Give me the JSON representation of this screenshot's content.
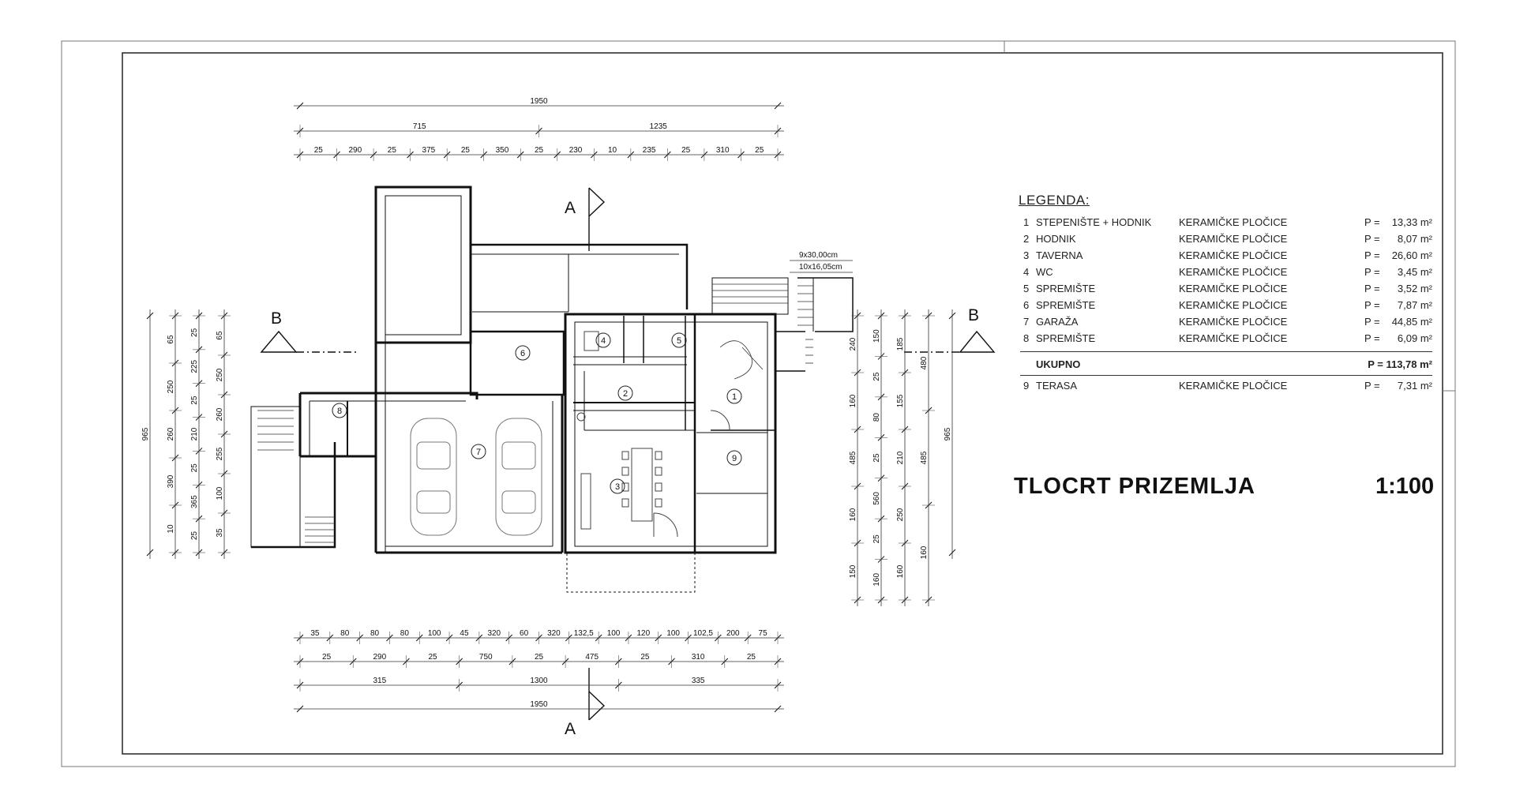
{
  "legend": {
    "title": "LEGENDA:",
    "rows": [
      {
        "num": "1",
        "name": "STEPENIŠTE + HODNIK",
        "material": "KERAMIČKE PLOČICE",
        "p": "P =",
        "area": "13,33 m²"
      },
      {
        "num": "2",
        "name": "HODNIK",
        "material": "KERAMIČKE PLOČICE",
        "p": "P =",
        "area": "8,07 m²"
      },
      {
        "num": "3",
        "name": "TAVERNA",
        "material": "KERAMIČKE PLOČICE",
        "p": "P =",
        "area": "26,60 m²"
      },
      {
        "num": "4",
        "name": "WC",
        "material": "KERAMIČKE PLOČICE",
        "p": "P =",
        "area": "3,45 m²"
      },
      {
        "num": "5",
        "name": "SPREMIŠTE",
        "material": "KERAMIČKE PLOČICE",
        "p": "P =",
        "area": "3,52 m²"
      },
      {
        "num": "6",
        "name": "SPREMIŠTE",
        "material": "KERAMIČKE PLOČICE",
        "p": "P =",
        "area": "7,87 m²"
      },
      {
        "num": "7",
        "name": "GARAŽA",
        "material": "KERAMIČKE PLOČICE",
        "p": "P =",
        "area": "44,85 m²"
      },
      {
        "num": "8",
        "name": "SPREMIŠTE",
        "material": "KERAMIČKE PLOČICE",
        "p": "P =",
        "area": "6,09 m²"
      }
    ],
    "total": {
      "label": "UKUPNO",
      "value": "P = 113,78 m²"
    },
    "extra": {
      "num": "9",
      "name": "TERASA",
      "material": "KERAMIČKE PLOČICE",
      "p": "P =",
      "area": "7,31 m²"
    }
  },
  "drawing": {
    "title": "TLOCRT  PRIZEMLJA",
    "scale": "1:100",
    "section_a": "A",
    "section_b": "B",
    "stair_note_1": "9x30,00cm",
    "stair_note_2": "10x16,05cm"
  },
  "dims": {
    "top_total": "1950",
    "top_mid": [
      "715",
      "1235"
    ],
    "top_chain": [
      "25",
      "290",
      "25",
      "375",
      "25",
      "350",
      "25",
      "230",
      "10",
      "235",
      "25",
      "310",
      "25"
    ],
    "bottom_chain_a": [
      "35",
      "80",
      "80",
      "80",
      "100",
      "45",
      "320",
      "60",
      "320",
      "132,5",
      "100",
      "120",
      "100",
      "102,5",
      "200",
      "75"
    ],
    "bottom_chain_b": [
      "25",
      "290",
      "25",
      "750",
      "25",
      "475",
      "25",
      "310",
      "25"
    ],
    "bottom_mid": [
      "315",
      "1300",
      "335"
    ],
    "bottom_total": "1950",
    "left_total": "965",
    "left_chain_a": [
      "65",
      "250",
      "260",
      "390",
      "10"
    ],
    "left_chain_b": [
      "25",
      "225",
      "25",
      "210",
      "25",
      "365",
      "25"
    ],
    "left_chain_c": [
      "65",
      "250",
      "260",
      "255",
      "100",
      "35"
    ],
    "right_total": "965",
    "right_chain_a": [
      "240",
      "160",
      "485",
      "160",
      "150"
    ],
    "right_chain_b": [
      "150",
      "25",
      "80",
      "25",
      "560",
      "25",
      "160"
    ],
    "right_chain_c": [
      "185",
      "155",
      "210",
      "250",
      "160"
    ],
    "right_chain_d": [
      "480",
      "485",
      "160"
    ],
    "room_labels": [
      "1",
      "2",
      "3",
      "4",
      "5",
      "6",
      "7",
      "8",
      "9"
    ]
  }
}
